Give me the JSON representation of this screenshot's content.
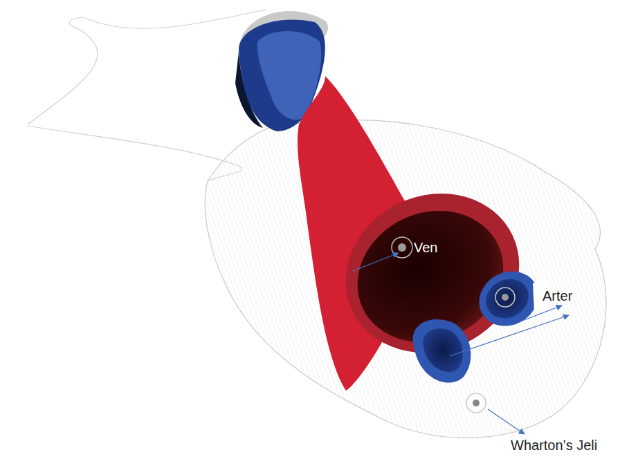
{
  "diagram": {
    "labels": [
      "Ven",
      "Arter",
      "Wharton’s Jeli"
    ]
  }
}
